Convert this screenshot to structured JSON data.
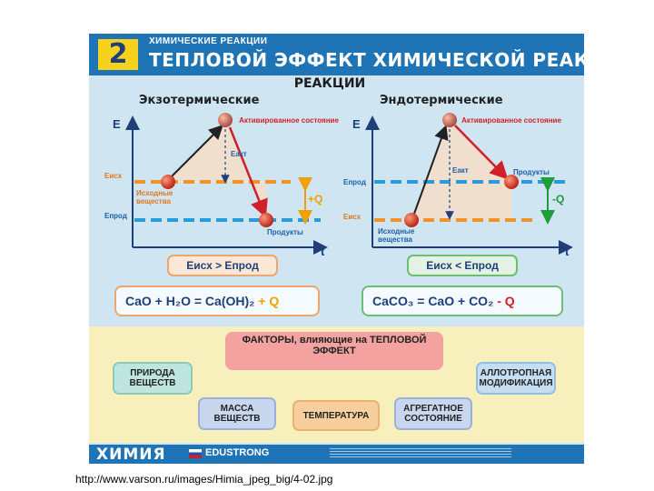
{
  "header": {
    "number": "2",
    "subtitle": "ХИМИЧЕСКИЕ РЕАКЦИИ",
    "title": "ТЕПЛОВОЙ ЭФФЕКТ ХИМИЧЕСКОЙ РЕАКЦИИ"
  },
  "reactions_label": "РЕАКЦИИ",
  "exo": {
    "title": "Экзотермические",
    "y_axis": "E",
    "x_axis": "t",
    "activated_label": "Активированное состояние",
    "e_act": "Eакт",
    "e_initial": "Eисх",
    "e_product": "Eпрод",
    "initial_label": "Исходные вещества",
    "product_label": "Продукты",
    "heat": "+Q",
    "relation": "Eисх > Eпрод",
    "equation": "CaO + H₂O = Ca(OH)₂",
    "equation_q": "+ Q"
  },
  "endo": {
    "title": "Эндотермические",
    "y_axis": "E",
    "x_axis": "t",
    "activated_label": "Активированное состояние",
    "e_act": "Eакт",
    "e_product": "Eпрод",
    "e_initial": "Eисх",
    "initial_label": "Исходные вещества",
    "product_label": "Продукты",
    "heat": "-Q",
    "relation": "Eисх < Eпрод",
    "equation": "CaCO₃ = CaO + CO₂",
    "equation_q": "- Q"
  },
  "factors": {
    "title": "ФАКТОРЫ, влияющие на ТЕПЛОВОЙ ЭФФЕКТ",
    "items": [
      "ПРИРОДА ВЕЩЕСТВ",
      "МАССА ВЕЩЕСТВ",
      "ТЕМПЕРАТУРА",
      "АГРЕГАТНОЕ СОСТОЯНИЕ",
      "АЛЛОТРОПНАЯ МОДИФИКАЦИЯ"
    ]
  },
  "footer": {
    "brand": "ХИМИЯ",
    "publisher": "EDUSTRONG"
  },
  "colors": {
    "header_blue": "#1f74b6",
    "orange_level": "#f0932b",
    "blue_level": "#2a9ad8",
    "red_arrow": "#d0202a"
  },
  "caption": "http://www.varson.ru/images/Himia_jpeg_big/4-02.jpg"
}
